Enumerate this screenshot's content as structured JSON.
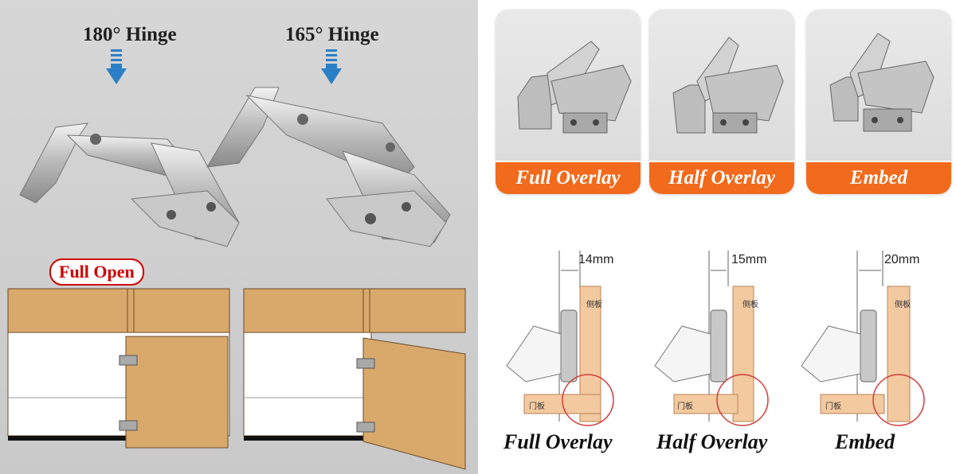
{
  "left_panel": {
    "hinge_180_label": "180° Hinge",
    "hinge_165_label": "165° Hinge",
    "full_open_label": "Full Open",
    "colors": {
      "arrow": "#2b7fc6",
      "cabinet": "#d9a96b",
      "badge": "#d00000"
    }
  },
  "right_panel": {
    "cards": [
      {
        "label": "Full Overlay"
      },
      {
        "label": "Half Overlay"
      },
      {
        "label": "Embed"
      }
    ],
    "diagrams": [
      {
        "title": "Full Overlay",
        "measure": "14mm"
      },
      {
        "title": "Half Overlay",
        "measure": "15mm"
      },
      {
        "title": "Embed",
        "measure": "20mm"
      }
    ],
    "side_panel_label": "侧板",
    "door_panel_label": "门板",
    "colors": {
      "card_bar": "#f26a1b",
      "wood": "#f3c9a0",
      "circle": "#d33b3b"
    }
  }
}
